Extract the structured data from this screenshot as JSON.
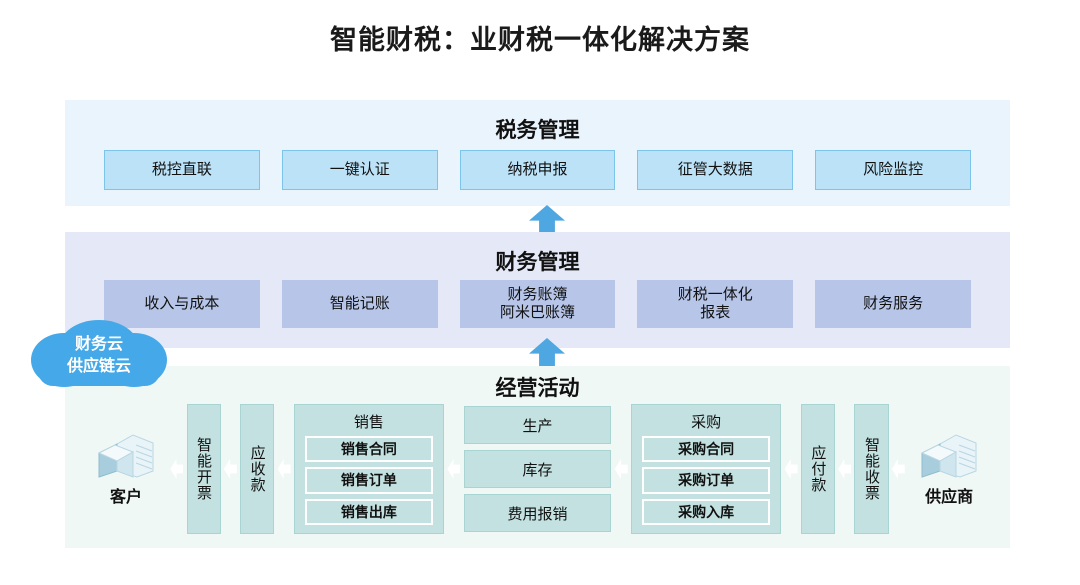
{
  "title": "智能财税：业财税一体化解决方案",
  "colors": {
    "tax_band_bg": "#eaf4fc",
    "tax_chip_bg": "#bce2f7",
    "tax_chip_border": "#7dc4ea",
    "finance_band_bg": "#e4e8f7",
    "finance_chip_bg": "#b6c5e8",
    "business_band_bg": "#f0f8f6",
    "business_chip_bg": "#c3e1e0",
    "business_chip_border": "#a8d4d2",
    "arrow": "#4ea7e0",
    "cloud": "#45a8e8",
    "title_text": "#1a1a1a"
  },
  "cloud": {
    "label": "财务云\n供应链云"
  },
  "bands": {
    "tax": {
      "title": "税务管理",
      "items": [
        "税控直联",
        "一键认证",
        "纳税申报",
        "征管大数据",
        "风险监控"
      ]
    },
    "finance": {
      "title": "财务管理",
      "items": [
        "收入与成本",
        "智能记账",
        "财务账簿\n阿米巴账簿",
        "财税一体化\n报表",
        "财务服务"
      ]
    },
    "business": {
      "title": "经营活动",
      "customer": {
        "label": "客户",
        "icon": "building-icon"
      },
      "supplier": {
        "label": "供应商",
        "icon": "building-icon"
      },
      "vertical_blocks": {
        "smart_invoicing": "智能开票",
        "receivables": "应收款",
        "payables": "应付款",
        "smart_receipt": "智能收票"
      },
      "sales_group": {
        "title": "销售",
        "items": [
          "销售合同",
          "销售订单",
          "销售出库"
        ]
      },
      "production_stack": {
        "items": [
          "生产",
          "库存",
          "费用报销"
        ]
      },
      "purchase_group": {
        "title": "采购",
        "items": [
          "采购合同",
          "采购订单",
          "采购入库"
        ]
      }
    }
  },
  "arrows": {
    "tax_from_finance": "up-arrow",
    "finance_from_business": "up-arrow"
  }
}
